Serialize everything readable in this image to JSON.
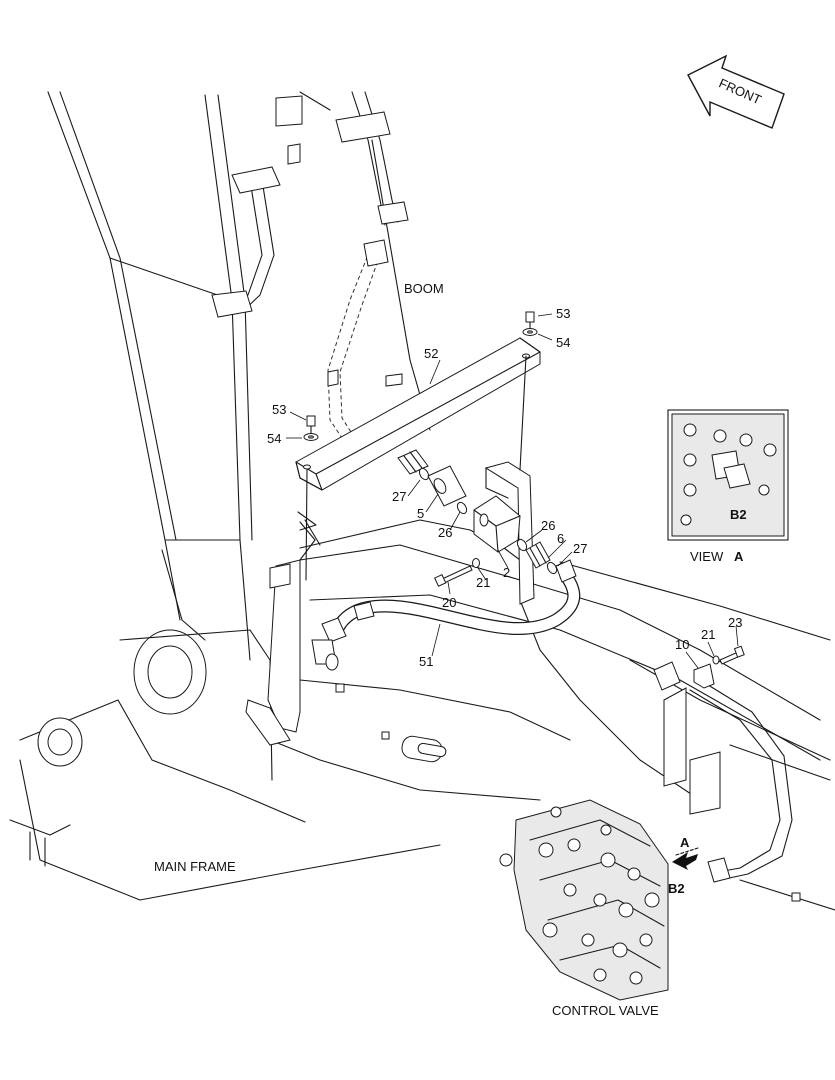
{
  "front_arrow": {
    "text": "FRONT"
  },
  "labels": {
    "boom": "BOOM",
    "main_frame": "MAIN FRAME",
    "control_valve": "CONTROL VALVE",
    "view_prefix": "VIEW",
    "view_letter": "A",
    "inset_port": "B2",
    "valve_arrow": "A",
    "valve_port": "B2"
  },
  "part_numbers": {
    "p53_top": "53",
    "p54_top": "54",
    "p52": "52",
    "p53_left": "53",
    "p54_left": "54",
    "p27_left": "27",
    "p5": "5",
    "p26_left": "26",
    "p26_right": "26",
    "p6": "6",
    "p27_right": "27",
    "p21_center": "21",
    "p2": "2",
    "p20": "20",
    "p51": "51",
    "p23": "23",
    "p21_right": "21",
    "p10": "10"
  }
}
